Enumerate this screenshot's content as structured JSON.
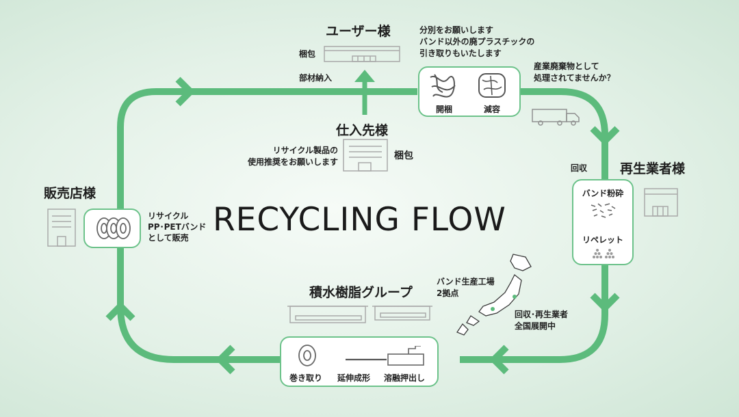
{
  "title": "RECYCLING FLOW",
  "colors": {
    "flow_green": "#5cbb7c",
    "box_border": "#6cc28a",
    "background": "#e3f1e7",
    "icon_gray": "#a9a9a9"
  },
  "user": {
    "heading": "ユーザー様",
    "label_packing": "梱包",
    "label_parts": "部材納入",
    "request_lines": [
      "分別をお願いします",
      "バンド以外の廃プラスチックの",
      "引き取りもいたします"
    ],
    "process_labels": [
      "開梱",
      "減容"
    ]
  },
  "industrial_waste": {
    "lines": [
      "産業廃棄物として",
      "処理されてませんか？"
    ]
  },
  "supplier": {
    "heading": "仕入先様",
    "label_packing": "梱包",
    "request_lines": [
      "リサイクル製品の",
      "使用推奨をお願いします"
    ]
  },
  "recycler": {
    "heading": "再生業者様",
    "label_collect": "回収",
    "process_crush": "バンド粉砕",
    "process_pellet": "リペレット"
  },
  "retailer": {
    "heading": "販売店様",
    "sale_lines": [
      "リサイクル",
      "PP･PETバンド",
      "として販売"
    ]
  },
  "sekisui": {
    "heading": "積水樹脂グループ",
    "factory_lines": [
      "バンド生産工場",
      "2拠点"
    ],
    "recyclers_lines": [
      "回収･再生業者",
      "全国展開中"
    ],
    "process_labels": [
      "巻き取り",
      "延伸成形",
      "溶融押出し"
    ]
  }
}
